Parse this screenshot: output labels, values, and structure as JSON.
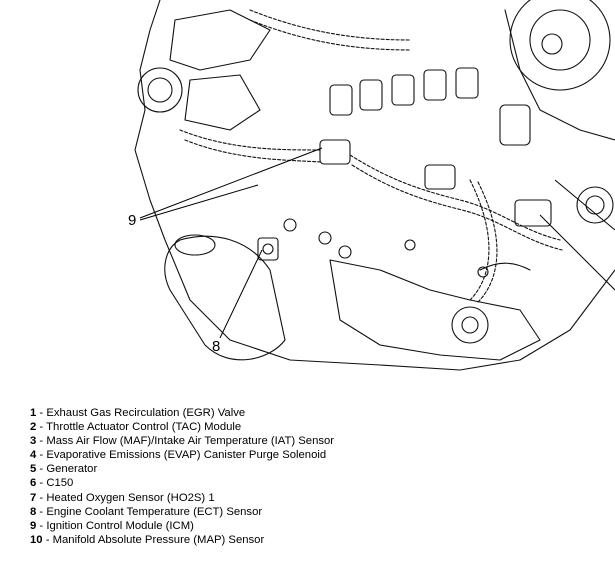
{
  "diagram": {
    "callouts": [
      "9",
      "8"
    ]
  },
  "legend": {
    "items": [
      {
        "num": "1",
        "text": " - Exhaust Gas Recirculation (EGR) Valve"
      },
      {
        "num": "2",
        "text": " - Throttle Actuator Control (TAC) Module"
      },
      {
        "num": "3",
        "text": " - Mass Air Flow (MAF)/Intake Air Temperature (IAT) Sensor"
      },
      {
        "num": "4",
        "text": " - Evaporative Emissions (EVAP) Canister Purge Solenoid"
      },
      {
        "num": "5",
        "text": " - Generator"
      },
      {
        "num": "6",
        "text": " - C150"
      },
      {
        "num": "7",
        "text": " - Heated Oxygen Sensor (HO2S) 1"
      },
      {
        "num": "8",
        "text": " - Engine Coolant Temperature (ECT) Sensor"
      },
      {
        "num": "9",
        "text": " - Ignition Control Module (ICM)"
      },
      {
        "num": "10",
        "text": " - Manifold Absolute Pressure (MAP) Sensor"
      }
    ]
  }
}
